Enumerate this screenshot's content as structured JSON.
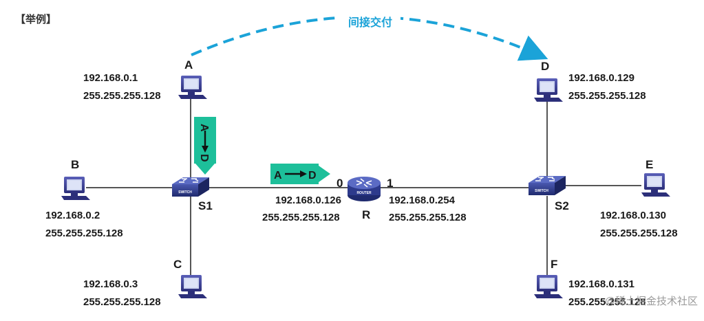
{
  "header": {
    "title": "【举例】"
  },
  "colors": {
    "line": "#555555",
    "host_body": "#3b3e92",
    "host_screen": "#cfd6f0",
    "switch_body": "#2d3a8c",
    "router_body": "#3a4a8f",
    "arrow_box": "#1dbf9a",
    "dash": "#1ba3d8"
  },
  "indirect_delivery": {
    "label": "间接交付"
  },
  "flow_arrows": [
    {
      "from": "A",
      "to": "D"
    },
    {
      "from": "A",
      "to": "D"
    }
  ],
  "hosts": [
    {
      "name": "A",
      "ip": "192.168.0.1",
      "mask": "255.255.255.128"
    },
    {
      "name": "B",
      "ip": "192.168.0.2",
      "mask": "255.255.255.128"
    },
    {
      "name": "C",
      "ip": "192.168.0.3",
      "mask": "255.255.255.128"
    },
    {
      "name": "D",
      "ip": "192.168.0.129",
      "mask": "255.255.255.128"
    },
    {
      "name": "E",
      "ip": "192.168.0.130",
      "mask": "255.255.255.128"
    },
    {
      "name": "F",
      "ip": "192.168.0.131",
      "mask": "255.255.255.128"
    }
  ],
  "switches": [
    {
      "name": "S1",
      "caption": "SWITCH"
    },
    {
      "name": "S2",
      "caption": "SWITCH"
    }
  ],
  "router": {
    "name": "R",
    "caption": "ROUTER",
    "interfaces": [
      {
        "port": "0",
        "ip": "192.168.0.126",
        "mask": "255.255.255.128"
      },
      {
        "port": "1",
        "ip": "192.168.0.254",
        "mask": "255.255.255.128"
      }
    ]
  },
  "watermark": "@稀土掘金技术社区"
}
